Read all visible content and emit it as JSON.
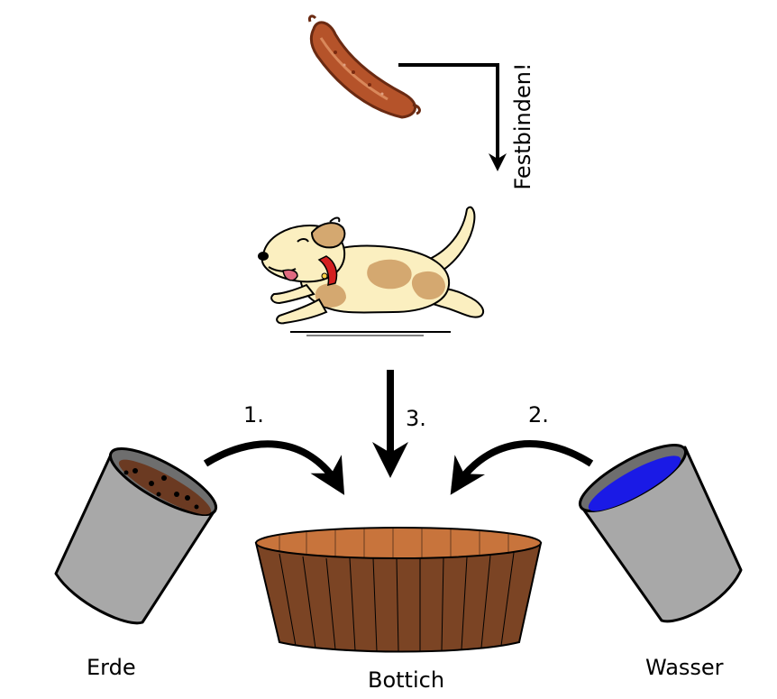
{
  "labels": {
    "tie_instruction": "Festbinden!",
    "step_1": "1.",
    "step_2": "2.",
    "step_3": "3.",
    "left_bucket": "Erde",
    "right_bucket": "Wasser",
    "tub": "Bottich"
  },
  "icons": {
    "sausage": "sausage-icon",
    "dog": "running-dog-icon",
    "soil_bucket": "soil-bucket-icon",
    "water_bucket": "water-bucket-icon",
    "tub": "wooden-tub-icon"
  },
  "colors": {
    "sausage": "#b5532a",
    "dog_fur": "#fbefc0",
    "dog_spots": "#d4a870",
    "collar": "#d42020",
    "bucket": "#a8a8a8",
    "bucket_rim": "#6e6e6e",
    "soil": "#6b3a22",
    "water": "#1a1ae6",
    "tub_wood": "#7b4424",
    "tub_rim": "#c8743c"
  }
}
